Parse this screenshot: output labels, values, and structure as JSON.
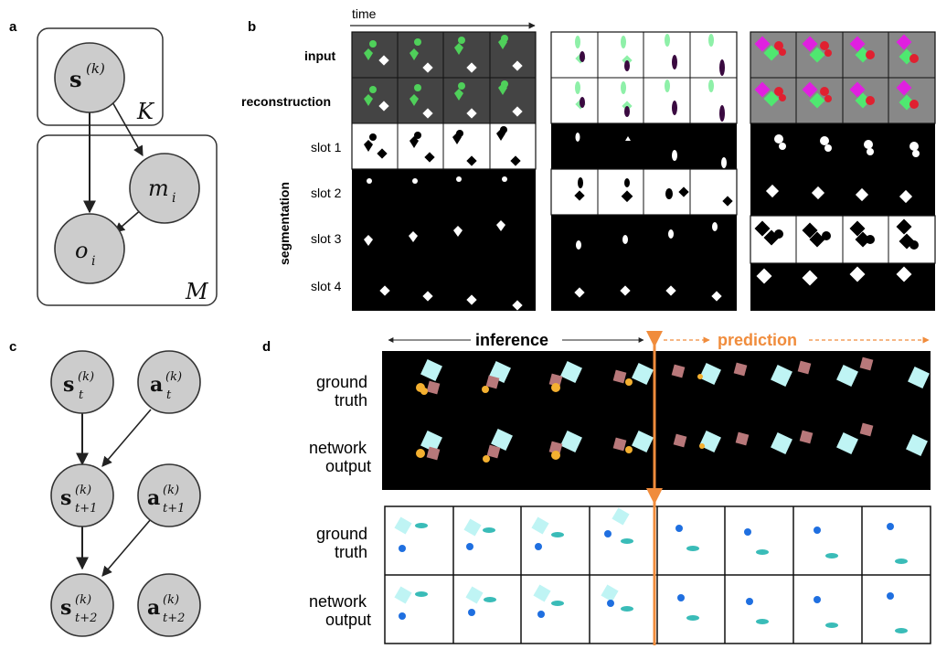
{
  "panels": {
    "a": {
      "letter": "a",
      "node_s": "s",
      "node_s_sup": "(k)",
      "node_m": "m",
      "node_m_sub": "i",
      "node_o": "o",
      "node_o_sub": "i",
      "plate_k": "K",
      "plate_m": "M"
    },
    "b": {
      "letter": "b",
      "time_label": "time",
      "rows": [
        "input",
        "reconstruction",
        "slot 1",
        "slot 2",
        "slot 3",
        "slot 4"
      ],
      "segmentation_label": "segmentation"
    },
    "c": {
      "letter": "c",
      "nodes": [
        {
          "base": "s",
          "sup": "(k)",
          "sub": "t"
        },
        {
          "base": "a",
          "sup": "(k)",
          "sub": "t"
        },
        {
          "base": "s",
          "sup": "(k)",
          "sub": "t+1"
        },
        {
          "base": "a",
          "sup": "(k)",
          "sub": "t+1"
        },
        {
          "base": "s",
          "sup": "(k)",
          "sub": "t+2"
        },
        {
          "base": "a",
          "sup": "(k)",
          "sub": "t+2"
        }
      ]
    },
    "d": {
      "letter": "d",
      "inference_label": "inference",
      "prediction_label": "prediction",
      "row_labels_top": [
        "ground",
        "truth",
        "network",
        "output"
      ],
      "row_labels_bottom": [
        "ground",
        "truth",
        "network",
        "output"
      ]
    }
  },
  "colors": {
    "accent_orange": "#f08c3c",
    "green": "#4fd05a",
    "magenta": "#e020e0",
    "red": "#e02030",
    "cyan": "#bff4f4",
    "teal": "#3abcb8",
    "blue": "#1f6fe0",
    "rose": "#b8787a",
    "yellow": "#f4b030"
  }
}
